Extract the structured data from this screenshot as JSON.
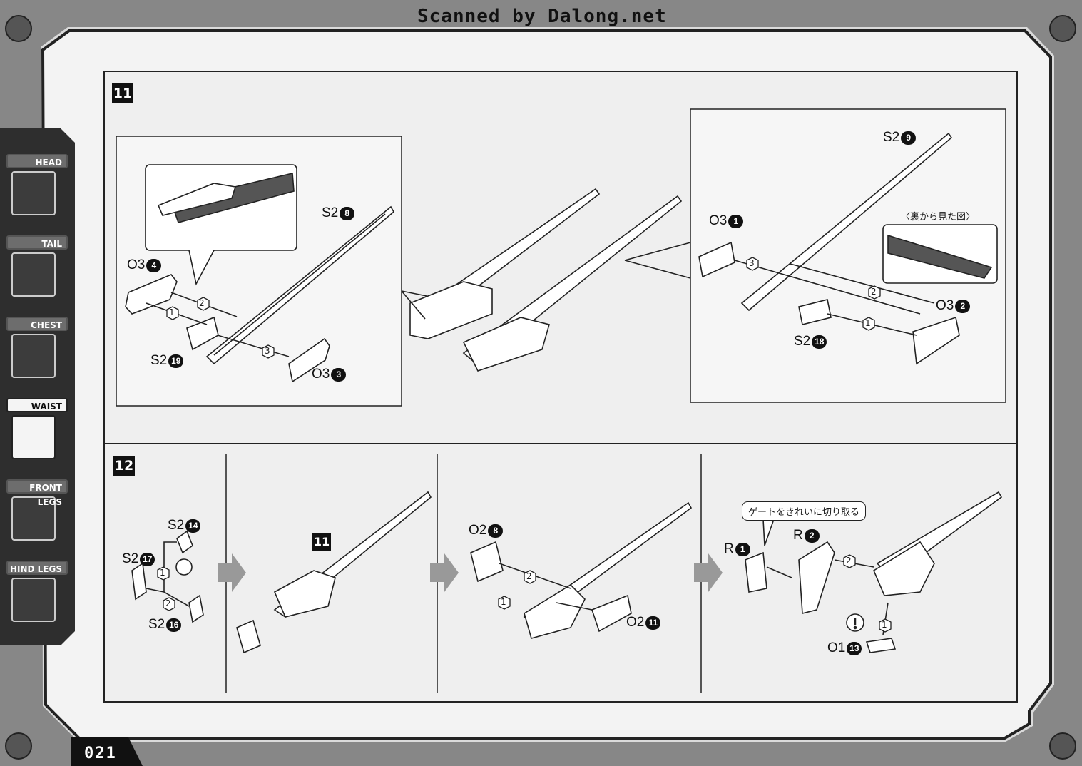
{
  "watermark": "Scanned by Dalong.net",
  "page_number": "021",
  "sidebar": {
    "items": [
      {
        "label": "HEAD",
        "active": false
      },
      {
        "label": "TAIL",
        "active": false
      },
      {
        "label": "CHEST",
        "active": false
      },
      {
        "label": "WAIST",
        "active": true
      },
      {
        "label": "FRONT LEGS",
        "active": false
      },
      {
        "label": "HIND LEGS",
        "active": false
      }
    ]
  },
  "step11": {
    "number": "11",
    "left_panel": {
      "parts": [
        {
          "code": "S2",
          "num": "8"
        },
        {
          "code": "O3",
          "num": "4"
        },
        {
          "code": "S2",
          "num": "19"
        },
        {
          "code": "O3",
          "num": "3"
        }
      ],
      "order_marks": [
        "1",
        "2",
        "3"
      ]
    },
    "right_panel": {
      "parts": [
        {
          "code": "S2",
          "num": "9"
        },
        {
          "code": "O3",
          "num": "1"
        },
        {
          "code": "O3",
          "num": "2"
        },
        {
          "code": "S2",
          "num": "18"
        }
      ],
      "callout": "〈裏から見た図〉",
      "order_marks": [
        "1",
        "2",
        "3"
      ]
    }
  },
  "step12": {
    "number": "12",
    "sub_ref": "11",
    "parts_a": [
      {
        "code": "S2",
        "num": "14"
      },
      {
        "code": "S2",
        "num": "17"
      },
      {
        "code": "S2",
        "num": "16"
      }
    ],
    "parts_b": [
      {
        "code": "O2",
        "num": "8"
      },
      {
        "code": "O2",
        "num": "11"
      }
    ],
    "parts_c": [
      {
        "code": "R",
        "num": "1"
      },
      {
        "code": "R",
        "num": "2"
      },
      {
        "code": "O1",
        "num": "13"
      }
    ],
    "callout": "ゲートをきれいに切り取る",
    "order_marks": [
      "1",
      "2"
    ]
  }
}
